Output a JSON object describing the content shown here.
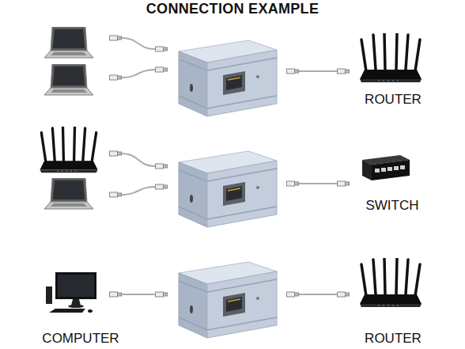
{
  "diagram": {
    "title": "CONNECTION EXAMPLE",
    "nodes": [
      {
        "text": [
          "ROUTER"
        ]
      },
      {
        "text": [
          "SWITCH"
        ]
      },
      {
        "text": [
          "COMPUTER"
        ]
      },
      {
        "text": [
          "ROUTER"
        ]
      }
    ]
  }
}
